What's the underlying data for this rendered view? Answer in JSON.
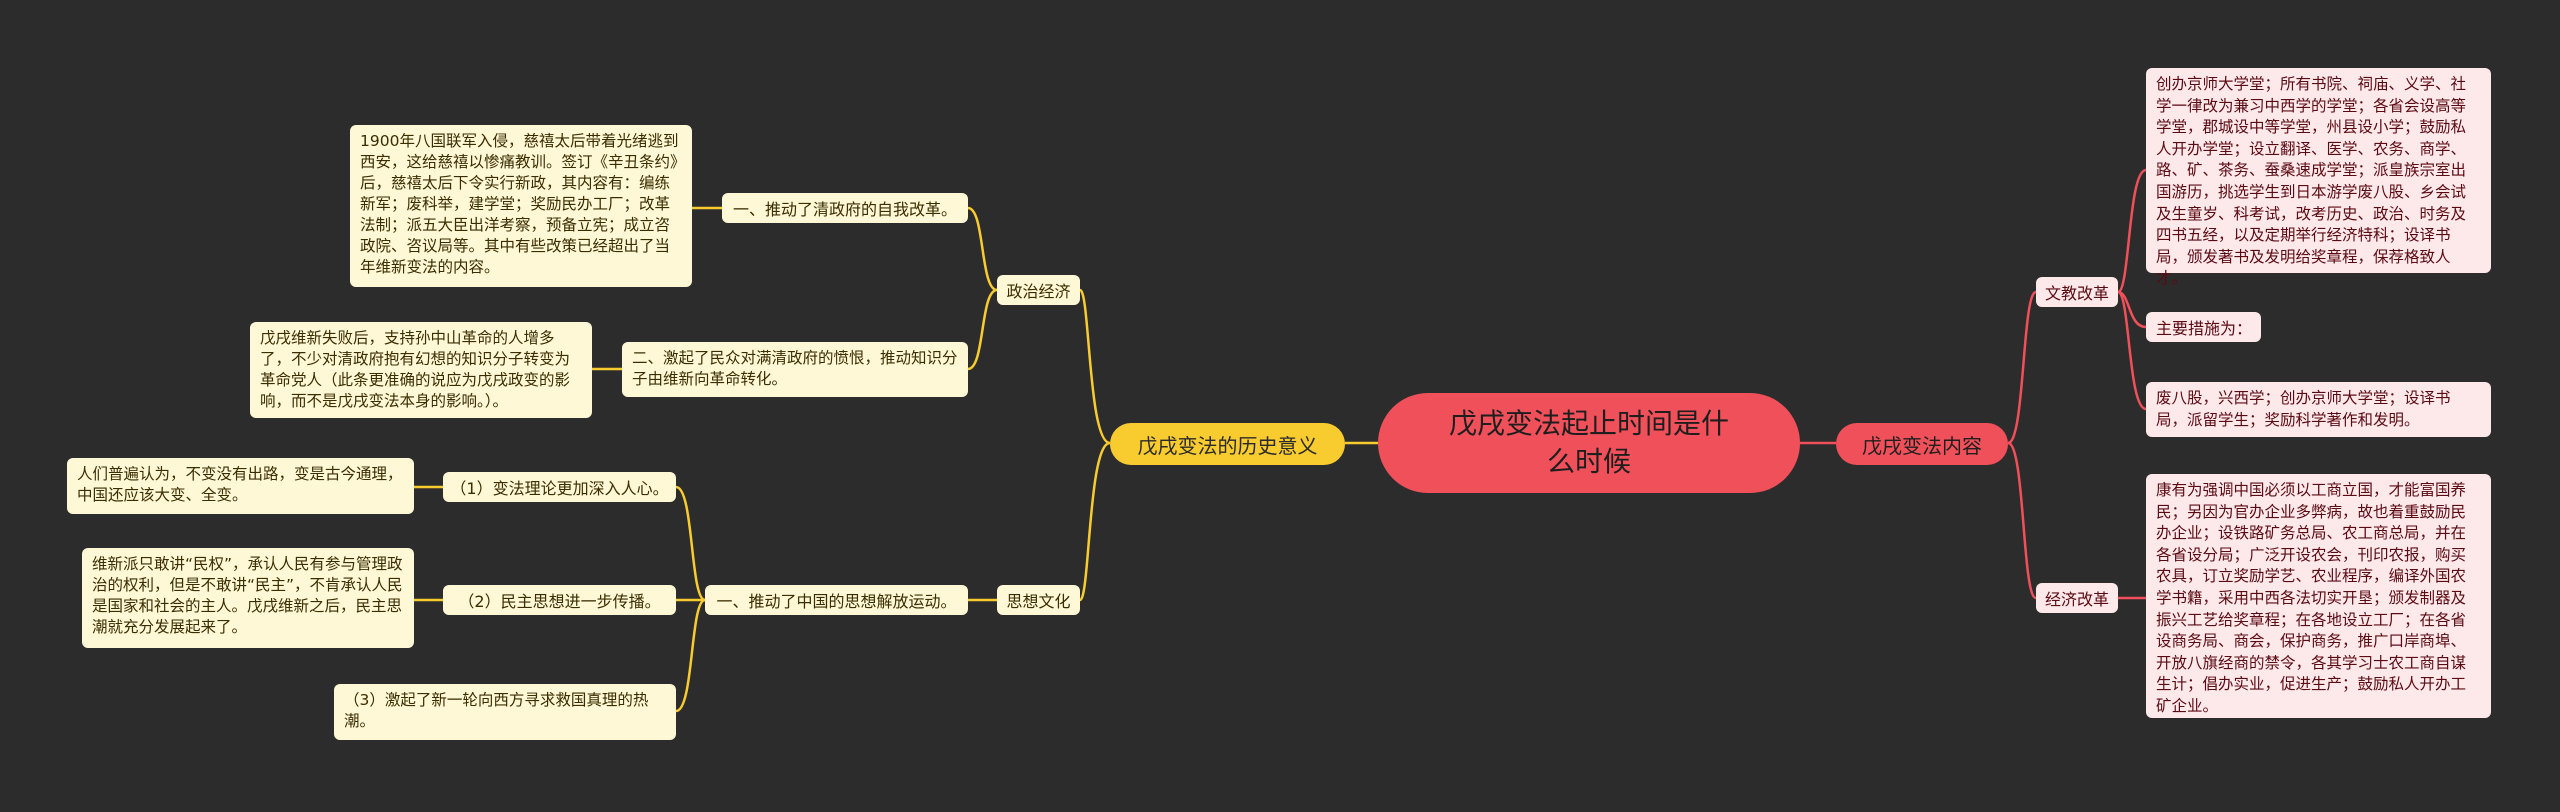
{
  "root": "戊戌变法起止时间是什么时候",
  "left": {
    "title": "戊戌变法的历史意义",
    "politics": {
      "label": "政治经济",
      "item1": {
        "label": "一、推动了清政府的自我改革。",
        "detail": "1900年八国联军入侵，慈禧太后带着光绪逃到西安，这给慈禧以惨痛教训。签订《辛丑条约》后，慈禧太后下令实行新政，其内容有：编练新军；废科举，建学堂；奖励民办工厂；改革法制；派五大臣出洋考察，预备立宪；成立咨政院、咨议局等。其中有些改策已经超出了当年维新变法的内容。"
      },
      "item2": {
        "label": "二、激起了民众对满清政府的愤恨，推动知识分子由维新向革命转化。",
        "detail": "戊戌维新失败后，支持孙中山革命的人增多了，不少对清政府抱有幻想的知识分子转变为革命党人（此条更准确的说应为戊戌政变的影响，而不是戊戌变法本身的影响。）。"
      }
    },
    "thought": {
      "label": "思想文化",
      "item1": {
        "label": "一、推动了中国的思想解放运动。",
        "sub1": {
          "label": "（1）变法理论更加深入人心。",
          "detail": "人们普遍认为，不变没有出路，变是古今通理，中国还应该大变、全变。"
        },
        "sub2": {
          "label": "（2）民主思想进一步传播。",
          "detail": "维新派只敢讲“民权”，承认人民有参与管理政治的权利，但是不敢讲“民主”，不肯承认人民是国家和社会的主人。戊戌维新之后，民主思潮就充分发展起来了。"
        },
        "sub3": {
          "label": "（3）激起了新一轮向西方寻求救国真理的热潮。"
        }
      }
    }
  },
  "right": {
    "title": "戊戌变法内容",
    "culture": {
      "label": "文教改革",
      "detail1": "创办京师大学堂；所有书院、祠庙、义学、社学一律改为兼习中西学的学堂；各省会设高等学堂，郡城设中等学堂，州县设小学；鼓励私人开办学堂；设立翻译、医学、农务、商学、路、矿、茶务、蚕桑速成学堂；派皇族宗室出国游历，挑选学生到日本游学废八股、乡会试及生童岁、科考试，改考历史、政治、时务及四书五经，以及定期举行经济特科；设译书局，颁发著书及发明给奖章程，保荐格致人才。",
      "detail2": "主要措施为：",
      "detail3": "废八股，兴西学；创办京师大学堂；设译书局，派留学生；奖励科学著作和发明。"
    },
    "economy": {
      "label": "经济改革",
      "detail": "康有为强调中国必须以工商立国，才能富国养民；另因为官办企业多弊病，故也着重鼓励民办企业；设铁路矿务总局、农工商总局，并在各省设分局；广泛开设农会，刊印农报，购买农具，订立奖励学艺、农业程序，编译外国农学书籍，采用中西各法切实开垦；颁发制器及振兴工艺给奖章程；在各地设立工厂；在各省设商务局、商会，保护商务，推广口岸商埠、开放八旗经商的禁令，各其学习士农工商自谋生计；倡办实业，促进生产；鼓励私人开办工矿企业。"
    }
  },
  "colors": {
    "background": "#2c2c2c",
    "root": "#f0505a",
    "left_branch": "#f8cb2f",
    "right_branch": "#f0505a"
  }
}
